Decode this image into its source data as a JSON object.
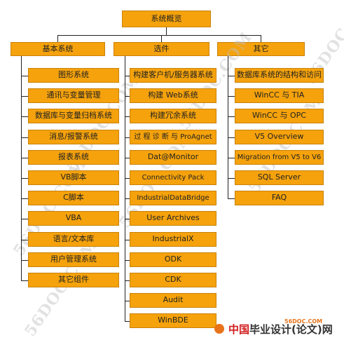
{
  "diagram": {
    "root": "系统概览",
    "columns": [
      {
        "title": "基本系统",
        "items": [
          "图形系统",
          "通讯与变量管理",
          "数据库与变量归档系统",
          "消息/报警系统",
          "报表系统",
          "VB脚本",
          "C脚本",
          "VBA",
          "语言/文本库",
          "用户管理系统",
          "其它组件"
        ]
      },
      {
        "title": "选件",
        "items": [
          "构建客户机/服务器系统",
          "构建 Web系统",
          "构建冗余系统",
          "过 程 诊 断 与 ProAgnet",
          "Dat@Monitor",
          "Connectivity Pack",
          "IndustrialDataBridge",
          "User Archives",
          "IndustrialX",
          "ODK",
          "CDK",
          "Audit",
          "WinBDE"
        ]
      },
      {
        "title": "其它",
        "items": [
          "数据库系统的结构和访问",
          "WinCC 与 TIA",
          "WinCC 与  OPC",
          "V5 Overview",
          "Migration from V5 to V6",
          "SQL Server",
          "FAQ"
        ]
      }
    ]
  },
  "watermark": {
    "text": "56DOC.COM"
  },
  "footer": {
    "url": "56DOC.COM",
    "brand_a": "中国",
    "brand_b": "毕业设计(论文)网"
  },
  "colors": {
    "box_fill": "#f5a20c",
    "box_border": "#c9820a",
    "line": "#222222",
    "watermark": "#bfbfbf"
  }
}
